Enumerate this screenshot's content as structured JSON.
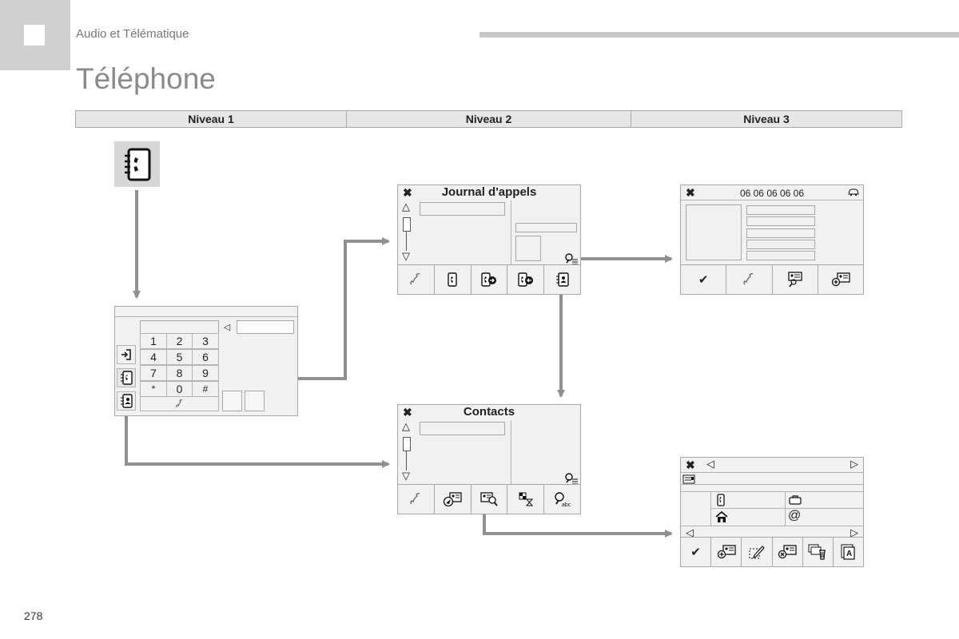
{
  "header": {
    "section": "Audio et Télématique",
    "title": "Téléphone"
  },
  "levels": [
    "Niveau 1",
    "Niveau 2",
    "Niveau 3"
  ],
  "keypad": {
    "keys": [
      "1",
      "2",
      "3",
      "4",
      "5",
      "6",
      "7",
      "8",
      "9",
      "*",
      "0",
      "#"
    ],
    "backspace_icon": "backspace-icon"
  },
  "call_log": {
    "title": "Journal d'appels"
  },
  "contacts": {
    "title": "Contacts"
  },
  "number_screen": {
    "number": "06 06 06 06 06"
  },
  "colors": {
    "arrow": "#8f8f8f",
    "level_bg": "#e6e6e6",
    "screen_bg": "#f1f1f1",
    "header_bar": "#c7c7c7"
  },
  "page_number": "278"
}
